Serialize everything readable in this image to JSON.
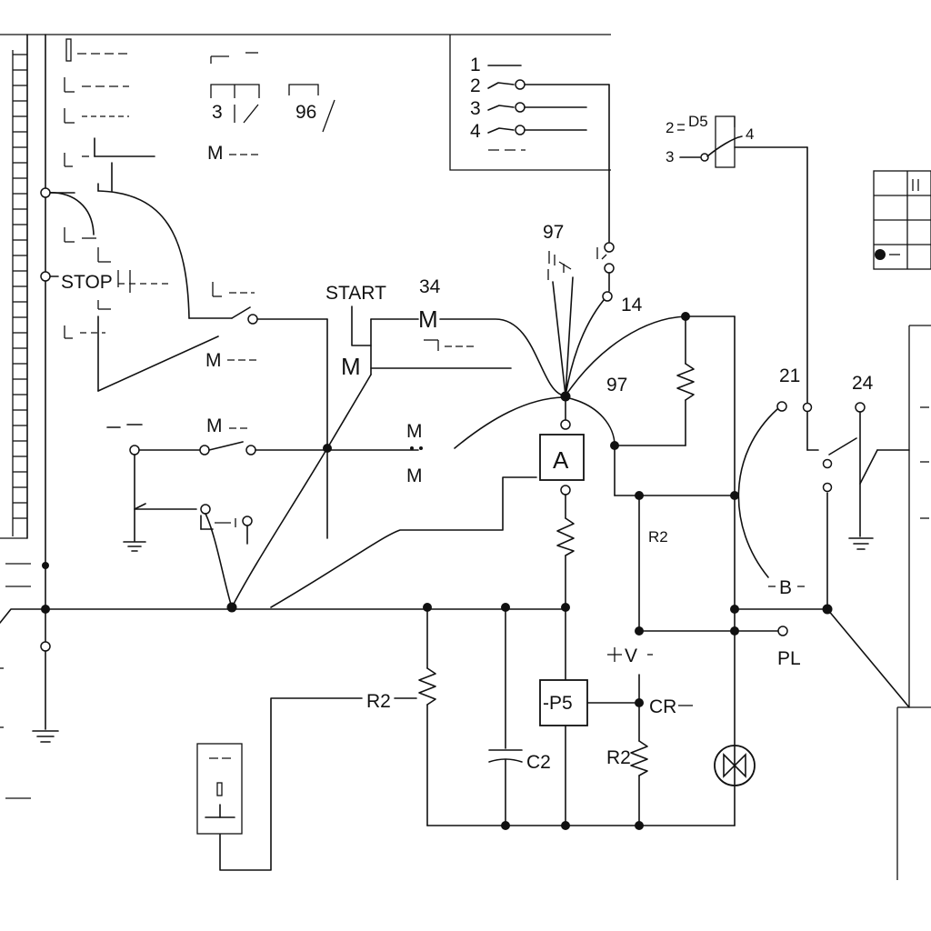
{
  "colors": {
    "ink": "#111111",
    "background": "#ffffff"
  },
  "labels": {
    "stop": "STOP",
    "start": "START",
    "n34": "34",
    "n97_top": "97",
    "n97_mid": "97",
    "n14": "14",
    "n21": "21",
    "n24": "24",
    "n3": "3",
    "n96": "96",
    "m_top": "M",
    "m_coil_top": "M",
    "m_coil_left": "M",
    "m_left_mid": "M",
    "m_branch": "M",
    "m_center_top": "M",
    "m_center_bottom": "M",
    "ammeter": "A",
    "r2_mid": "R2",
    "r2_left": "R2",
    "r2_bottom": "R2",
    "b": "B",
    "pl": "PL",
    "v": "V",
    "p5": "-P5",
    "cr": "CR",
    "c2": "C2",
    "sel_1": "1",
    "sel_2": "2",
    "sel_3": "3",
    "sel_4": "4",
    "d5_2": "2",
    "d5": "D5",
    "d5_3": "3",
    "d5_4": "4"
  },
  "icons": {
    "motor": "motor-bowtie-icon",
    "ground": "ground-symbol-icon",
    "resistor": "resistor-zigzag-icon",
    "capacitor": "capacitor-icon"
  }
}
